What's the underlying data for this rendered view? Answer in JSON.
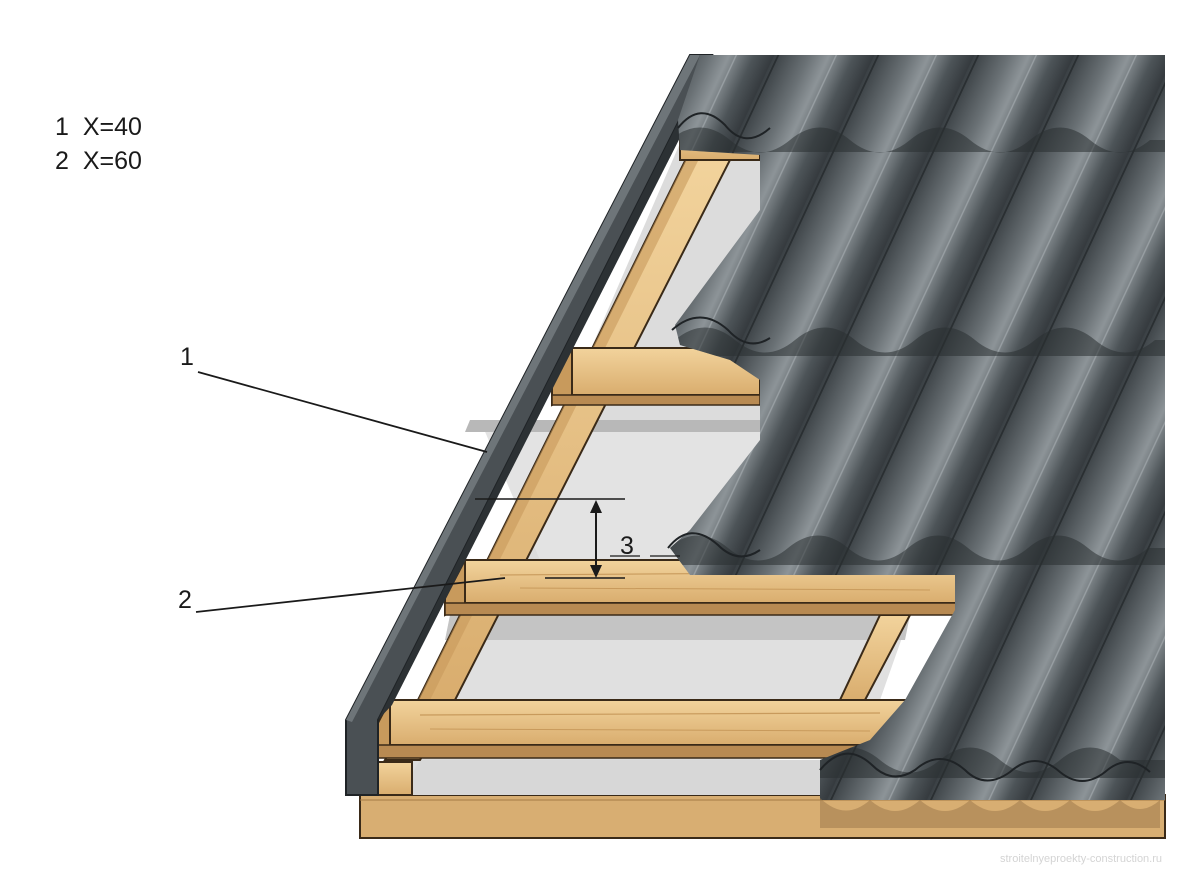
{
  "legend": [
    {
      "num": "1",
      "text": "X=40"
    },
    {
      "num": "2",
      "text": "X=60"
    }
  ],
  "callouts": {
    "c1": "1",
    "c2": "2",
    "c3": "3"
  },
  "watermark": "stroitelnyeproekty-construction.ru",
  "colors": {
    "tile_dark": "#3d4347",
    "tile_mid": "#5b6266",
    "tile_light": "#8a9195",
    "wood": "#e8c48a",
    "wood_dark": "#b88a52",
    "membrane": "#dcdcdc",
    "flashing": "#4a5054"
  }
}
